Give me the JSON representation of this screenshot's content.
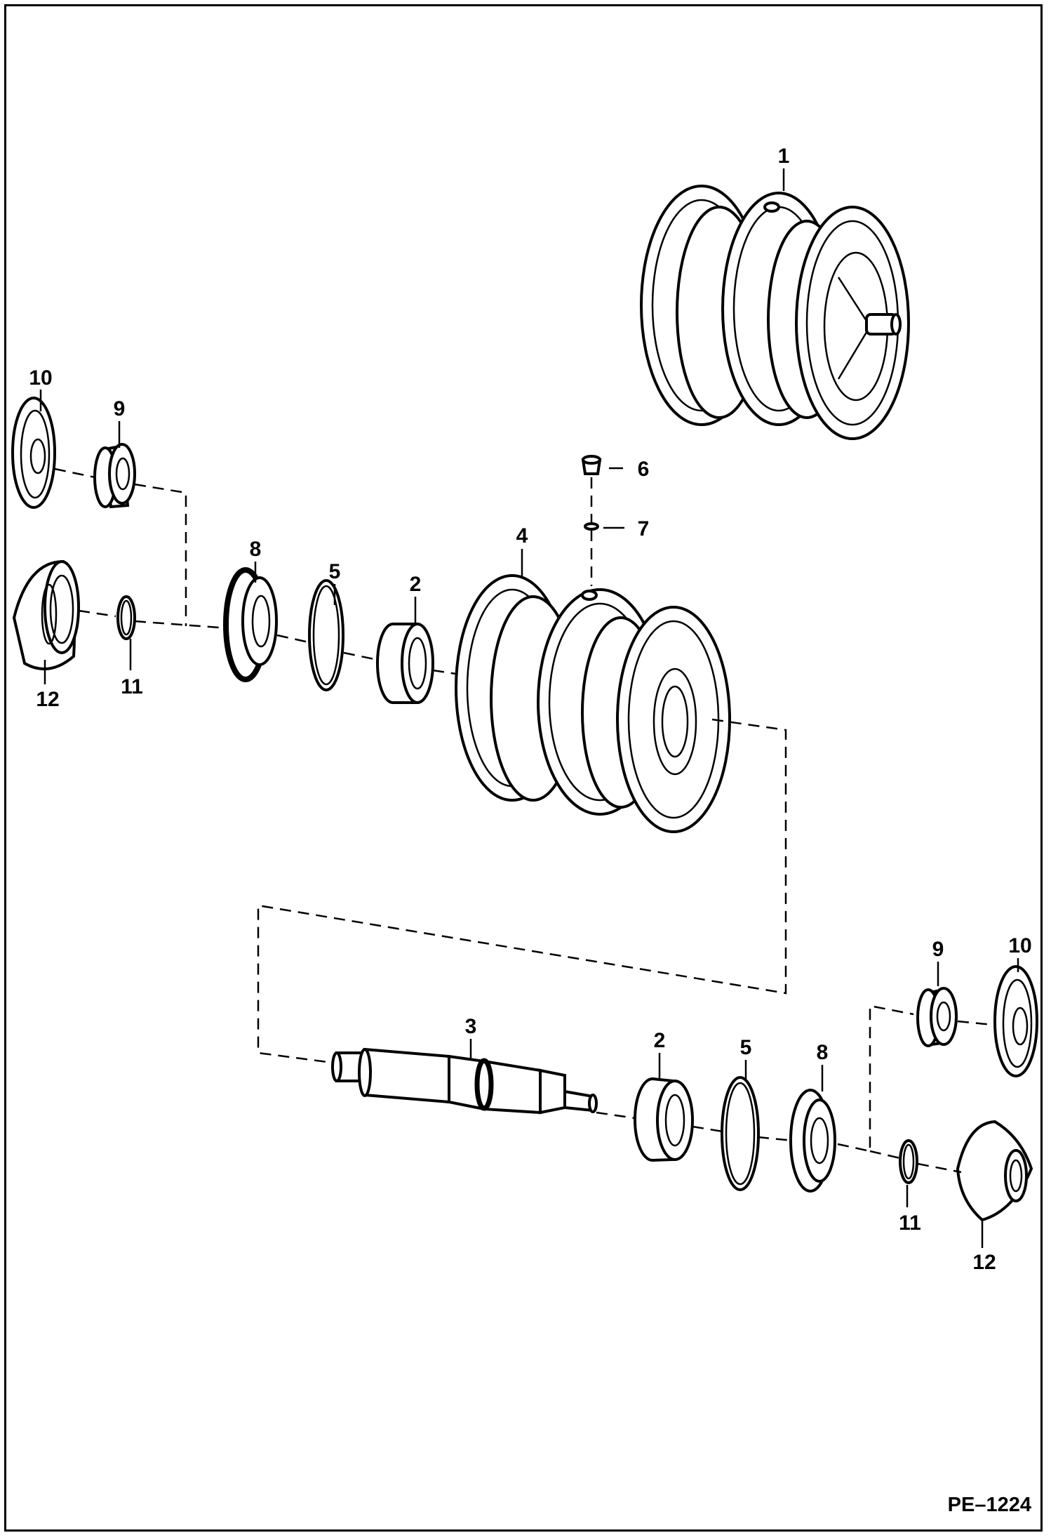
{
  "diagram": {
    "figure_code": "PE–1224",
    "callouts": [
      {
        "id": "c1",
        "label": "1"
      },
      {
        "id": "c10a",
        "label": "10"
      },
      {
        "id": "c9a",
        "label": "9"
      },
      {
        "id": "c6",
        "label": "6"
      },
      {
        "id": "c7",
        "label": "7"
      },
      {
        "id": "c4",
        "label": "4"
      },
      {
        "id": "c8a",
        "label": "8"
      },
      {
        "id": "c5a",
        "label": "5"
      },
      {
        "id": "c2a",
        "label": "2"
      },
      {
        "id": "c12a",
        "label": "12"
      },
      {
        "id": "c11a",
        "label": "11"
      },
      {
        "id": "c9b",
        "label": "9"
      },
      {
        "id": "c10b",
        "label": "10"
      },
      {
        "id": "c3",
        "label": "3"
      },
      {
        "id": "c2b",
        "label": "2"
      },
      {
        "id": "c5b",
        "label": "5"
      },
      {
        "id": "c8b",
        "label": "8"
      },
      {
        "id": "c11b",
        "label": "11"
      },
      {
        "id": "c12b",
        "label": "12"
      }
    ]
  }
}
